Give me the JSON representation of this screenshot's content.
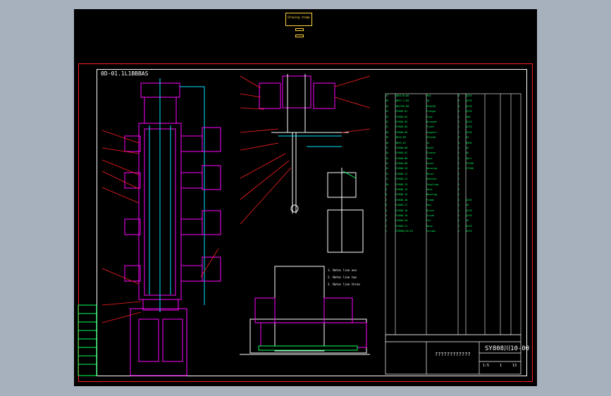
{
  "drawing": {
    "stamp_label": "Drawing stamp",
    "top_left_code": "0D-01.1L1BBBAS",
    "right_title": "SY808川10-00",
    "title_block_name": "????????????",
    "qty_label": "13",
    "sheet_label": "1:5",
    "page_label": "1"
  },
  "bom_rows": [
    {
      "no": "27",
      "code": "GB6170-86",
      "name": "M16",
      "qty": "8",
      "mat": "Q235",
      "note": ""
    },
    {
      "no": "26",
      "code": "GB97.1-85",
      "name": "16",
      "qty": "8",
      "mat": "Q235",
      "note": ""
    },
    {
      "no": "25",
      "code": "GB5783-86",
      "name": "M16x50",
      "qty": "8",
      "mat": "Q235",
      "note": ""
    },
    {
      "no": "24",
      "code": "SY808-01",
      "name": "Flange",
      "qty": "2",
      "mat": "Q235",
      "note": ""
    },
    {
      "no": "23",
      "code": "SY808-02",
      "name": "Pipe",
      "qty": "1",
      "mat": "20#",
      "note": ""
    },
    {
      "no": "22",
      "code": "SY808-03",
      "name": "Bracket",
      "qty": "1",
      "mat": "Q235",
      "note": ""
    },
    {
      "no": "21",
      "code": "SY808-04",
      "name": "Plate",
      "qty": "2",
      "mat": "Q235",
      "note": ""
    },
    {
      "no": "20",
      "code": "SY808-05",
      "name": "Support",
      "qty": "1",
      "mat": "Q235",
      "note": ""
    },
    {
      "no": "19",
      "code": "GB70-85",
      "name": "M12x40",
      "qty": "4",
      "mat": "35",
      "note": ""
    },
    {
      "no": "18",
      "code": "GB93-87",
      "name": "12",
      "qty": "4",
      "mat": "65Mn",
      "note": ""
    },
    {
      "no": "17",
      "code": "SY808-06",
      "name": "Shaft",
      "qty": "1",
      "mat": "45",
      "note": ""
    },
    {
      "no": "16",
      "code": "SY808-07",
      "name": "Sleeve",
      "qty": "2",
      "mat": "45",
      "note": ""
    },
    {
      "no": "15",
      "code": "SY808-08",
      "name": "Gear",
      "qty": "1",
      "mat": "40Cr",
      "note": ""
    },
    {
      "no": "14",
      "code": "SY808-09",
      "name": "Cover",
      "qty": "1",
      "mat": "HT200",
      "note": ""
    },
    {
      "no": "13",
      "code": "SY808-10",
      "name": "Housing",
      "qty": "1",
      "mat": "HT200",
      "note": ""
    },
    {
      "no": "12",
      "code": "SY808-11",
      "name": "Motor",
      "qty": "1",
      "mat": "",
      "note": ""
    },
    {
      "no": "11",
      "code": "SY808-12",
      "name": "Reducer",
      "qty": "1",
      "mat": "",
      "note": ""
    },
    {
      "no": "10",
      "code": "SY808-13",
      "name": "Coupling",
      "qty": "1",
      "mat": "",
      "note": ""
    },
    {
      "no": "9",
      "code": "SY808-14",
      "name": "Seal",
      "qty": "2",
      "mat": "",
      "note": ""
    },
    {
      "no": "8",
      "code": "SY808-15",
      "name": "Bearing",
      "qty": "2",
      "mat": "",
      "note": ""
    },
    {
      "no": "7",
      "code": "SY808-16",
      "name": "Frame",
      "qty": "1",
      "mat": "Q235",
      "note": ""
    },
    {
      "no": "6",
      "code": "SY808-17",
      "name": "Rod",
      "qty": "1",
      "mat": "45",
      "note": ""
    },
    {
      "no": "5",
      "code": "SY808-18",
      "name": "Block",
      "qty": "1",
      "mat": "Q235",
      "note": ""
    },
    {
      "no": "4",
      "code": "SY808-19",
      "name": "Guide",
      "qty": "2",
      "mat": "Q235",
      "note": ""
    },
    {
      "no": "3",
      "code": "SY808-20",
      "name": "Pin",
      "qty": "2",
      "mat": "45",
      "note": ""
    },
    {
      "no": "2",
      "code": "SY808-21",
      "name": "Base",
      "qty": "1",
      "mat": "Q235",
      "note": ""
    },
    {
      "no": "1",
      "code": "SY808川10-01",
      "name": "Column",
      "qty": "1",
      "mat": "Q235",
      "note": ""
    }
  ],
  "colors": {
    "background": "#a7b0bd",
    "canvas": "#000000",
    "frame": "#ff2020",
    "border": "#ffffff",
    "magenta": "#ff00ff",
    "cyan": "#00e5ff",
    "green": "#00ff5a",
    "yellow": "#ffd23a",
    "red": "#ff2020"
  }
}
